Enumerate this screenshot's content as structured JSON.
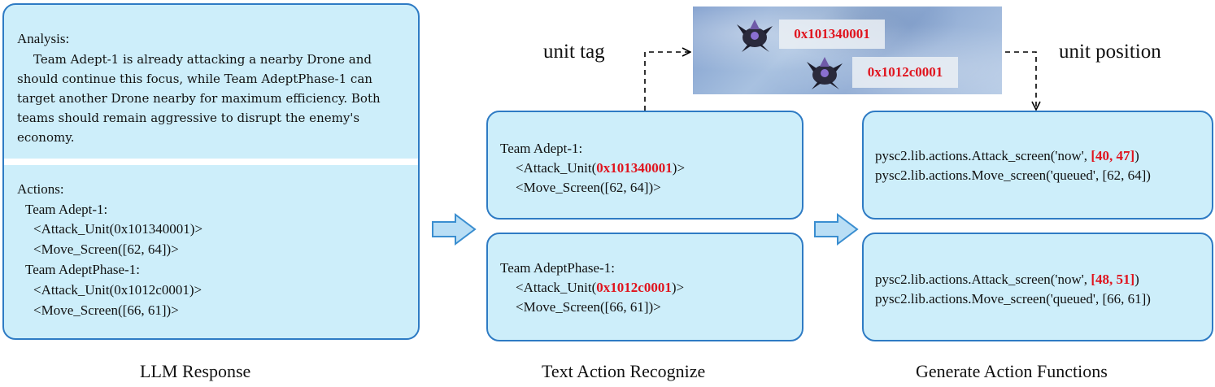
{
  "llm_panel": {
    "analysis_title": "Analysis:",
    "analysis_text": "Team Adept-1 is already attacking a nearby Drone and should continue this focus, while Team AdeptPhase-1 can target another Drone nearby for maximum efficiency. Both teams should remain aggressive to disrupt the enemy's economy.",
    "actions_title": "Actions:",
    "team1_name": "Team Adept-1:",
    "team1_attack": "<Attack_Unit(0x101340001)>",
    "team1_move": "<Move_Screen([62, 64])>",
    "team2_name": "Team AdeptPhase-1:",
    "team2_attack": "<Attack_Unit(0x1012c0001)>",
    "team2_move": "<Move_Screen([66, 61])>"
  },
  "recognize": {
    "team1_name": "Team Adept-1:",
    "team1_attack_prefix": "<Attack_Unit(",
    "team1_tag": "0x101340001",
    "team1_attack_suffix": ")>",
    "team1_move": "<Move_Screen([62, 64])>",
    "team2_name": "Team AdeptPhase-1:",
    "team2_attack_prefix": "<Attack_Unit(",
    "team2_tag": "0x1012c0001",
    "team2_attack_suffix": ")>",
    "team2_move": "<Move_Screen([66, 61])>"
  },
  "functions": {
    "f1_attack_prefix": "pysc2.lib.actions.Attack_screen('now', ",
    "f1_pos": "[40, 47]",
    "f1_attack_suffix": ")",
    "f1_move": "pysc2.lib.actions.Move_screen('queued', [62, 64])",
    "f2_attack_prefix": "pysc2.lib.actions.Attack_screen('now', ",
    "f2_pos": "[48, 51]",
    "f2_attack_suffix": ")",
    "f2_move": "pysc2.lib.actions.Move_screen('queued', [66, 61])"
  },
  "game_view": {
    "tag1": "0x101340001",
    "tag2": "0x1012c0001"
  },
  "labels": {
    "unit_tag": "unit tag",
    "unit_position": "unit position"
  },
  "captions": {
    "left": "LLM Response",
    "middle": "Text Action Recognize",
    "right": "Generate Action Functions"
  },
  "colors": {
    "panel_fill": "#cdeefa",
    "panel_border": "#2e7bc4",
    "highlight": "#e0141e",
    "arrow_fill": "#b9def5"
  }
}
